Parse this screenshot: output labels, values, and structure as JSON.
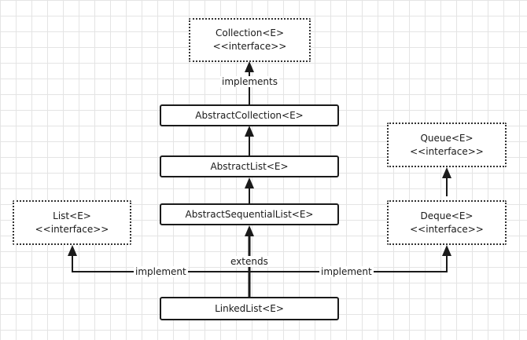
{
  "nodes": {
    "collection": {
      "line1": "Collection<E>",
      "line2": "<<interface>>"
    },
    "abstract_collection": {
      "line1": "AbstractCollection<E>"
    },
    "abstract_list": {
      "line1": "AbstractList<E>"
    },
    "abstract_sequential_list": {
      "line1": "AbstractSequentialList<E>"
    },
    "list": {
      "line1": "List<E>",
      "line2": "<<interface>>"
    },
    "queue": {
      "line1": "Queue<E>",
      "line2": "<<interface>>"
    },
    "deque": {
      "line1": "Deque<E>",
      "line2": "<<interface>>"
    },
    "linked_list": {
      "line1": "LinkedList<E>"
    }
  },
  "edges": {
    "implements_label": "implements",
    "extends_label": "extends",
    "implement_left_label": "implement",
    "implement_right_label": "implement"
  },
  "colors": {
    "line": "#1a1a1a",
    "grid": "#e4e4e4"
  }
}
